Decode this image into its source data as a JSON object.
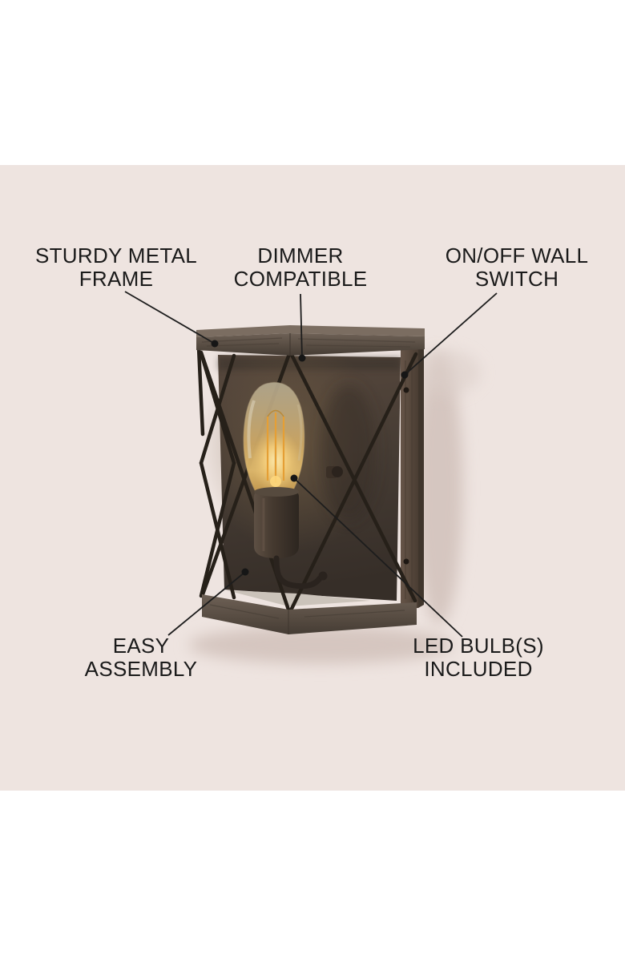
{
  "features": [
    {
      "id": "sturdy-metal-frame",
      "label": "STURDY METAL\nFRAME"
    },
    {
      "id": "dimmer-compatible",
      "label": "DIMMER\nCOMPATIBLE"
    },
    {
      "id": "on-off-wall-switch",
      "label": "ON/OFF WALL\nSWITCH"
    },
    {
      "id": "easy-assembly",
      "label": "EASY\nASSEMBLY"
    },
    {
      "id": "led-bulbs-included",
      "label": "LED BULB(S)\nINCLUDED"
    }
  ],
  "colors": {
    "page_background": "#ffffff",
    "image_background": "#eee4e0",
    "label_text": "#1a1a1a",
    "leader_line": "#1d1d1d",
    "wood_frame": "#5e5248",
    "metal_plate": "#3f362f",
    "bulb_amber": "#e3bc6d"
  }
}
